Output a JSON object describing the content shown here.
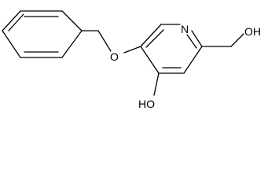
{
  "molecule": {
    "atoms": {
      "ring_nitrogen": "N",
      "ether_oxygen": "O",
      "hydroxyl_bottom": "HO",
      "hydroxymethyl_oh": "OH"
    },
    "colors": {
      "bond": "#000000",
      "label": "#000000",
      "background": "#ffffff"
    }
  }
}
